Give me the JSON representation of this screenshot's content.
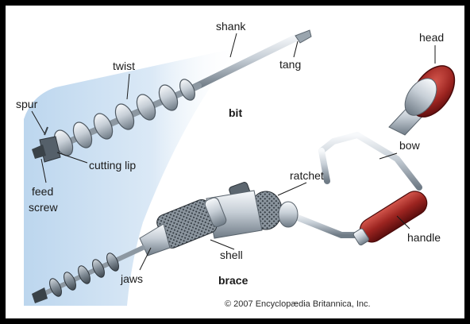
{
  "labels": {
    "shank": "shank",
    "tang": "tang",
    "twist": "twist",
    "spur": "spur",
    "bit": "bit",
    "cutting_lip": "cutting lip",
    "feed": "feed",
    "screw": "screw",
    "head": "head",
    "bow": "bow",
    "ratchet": "ratchet",
    "handle": "handle",
    "shell": "shell",
    "jaws": "jaws",
    "brace": "brace"
  },
  "credit": "© 2007 Encyclopædia Britannica, Inc.",
  "colors": {
    "frame": "#000000",
    "background": "#ffffff",
    "glow": "#cfe2f3",
    "metal_light": "#eef2f5",
    "metal_dark": "#7e8a95",
    "handle_red": "#8e1a1a",
    "handle_red_light": "#c7433b"
  }
}
